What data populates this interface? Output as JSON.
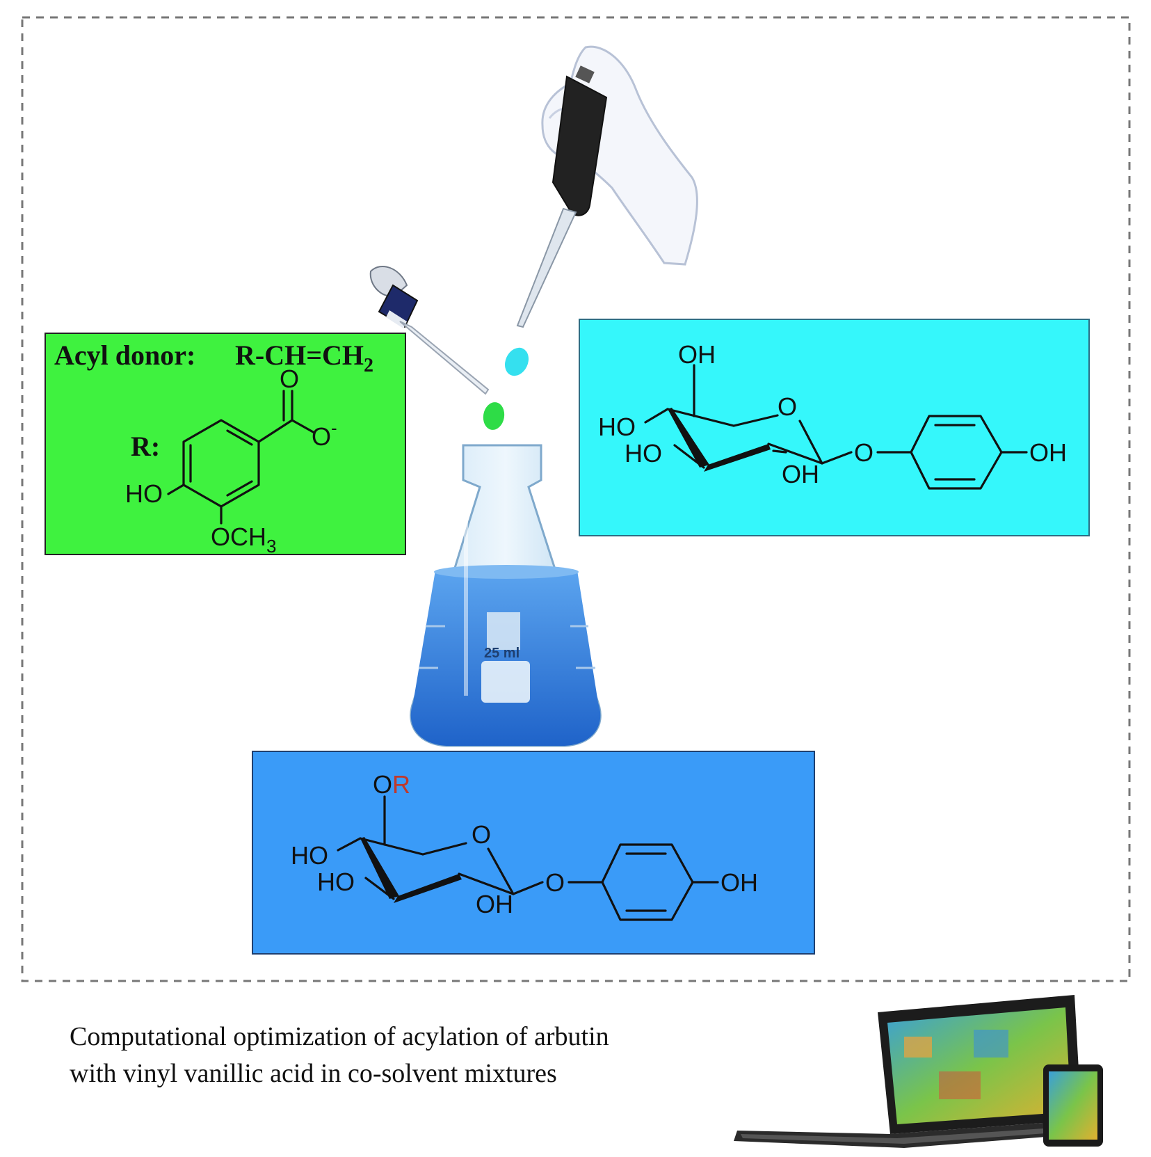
{
  "colors": {
    "acyl_box": "#3ff23f",
    "arbutin_box": "#35f7fb",
    "product_box": "#3a9bf8",
    "flask_liquid": "#2f7fe0",
    "border_dash": "#777777",
    "product_r": "#c0392b"
  },
  "acyl_donor": {
    "label": "Acyl donor:",
    "formula_main": "R-CH=CH",
    "formula_sub": "2",
    "r_label": "R:",
    "carbonyl_o": "O",
    "carboxylate_o": "O",
    "charge": "-",
    "ho": "HO",
    "och": "OCH",
    "och_sub": "3"
  },
  "arbutin": {
    "oh_top": "OH",
    "ring_o": "O",
    "ho_1": "HO",
    "ho_2": "HO",
    "oh_bottom": "OH",
    "link_o": "O",
    "oh_right": "OH"
  },
  "product": {
    "or_o": "O",
    "or_r": "R",
    "ring_o": "O",
    "ho_1": "HO",
    "ho_2": "HO",
    "oh_bottom": "OH",
    "link_o": "O",
    "oh_right": "OH"
  },
  "caption": {
    "line1": "Computational optimization of acylation of arbutin",
    "line2": "with vinyl vanillic acid in co-solvent mixtures"
  },
  "flask": {
    "label": "25 ml"
  },
  "icons": [
    "pipette-icon",
    "dropper-icon",
    "flask-icon",
    "laptop-icon",
    "tablet-icon"
  ]
}
